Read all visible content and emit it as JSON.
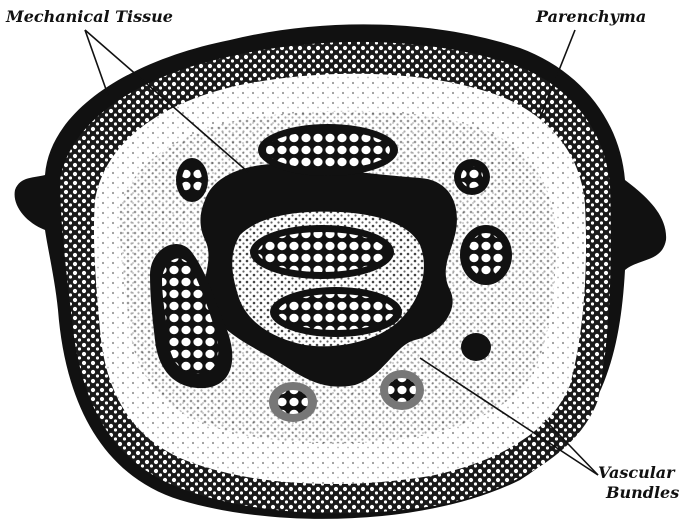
{
  "labels": {
    "mechanical_tissue": "Mechanical Tissue",
    "parenchyma": "Parenchyma",
    "vascular_line1": "Vascular",
    "vascular_line2": "Bundles"
  },
  "colors": {
    "ink": "#111111",
    "paper": "#ffffff",
    "light_tissue": "#f4f4f4",
    "mid_tissue": "#bdbdbd"
  }
}
